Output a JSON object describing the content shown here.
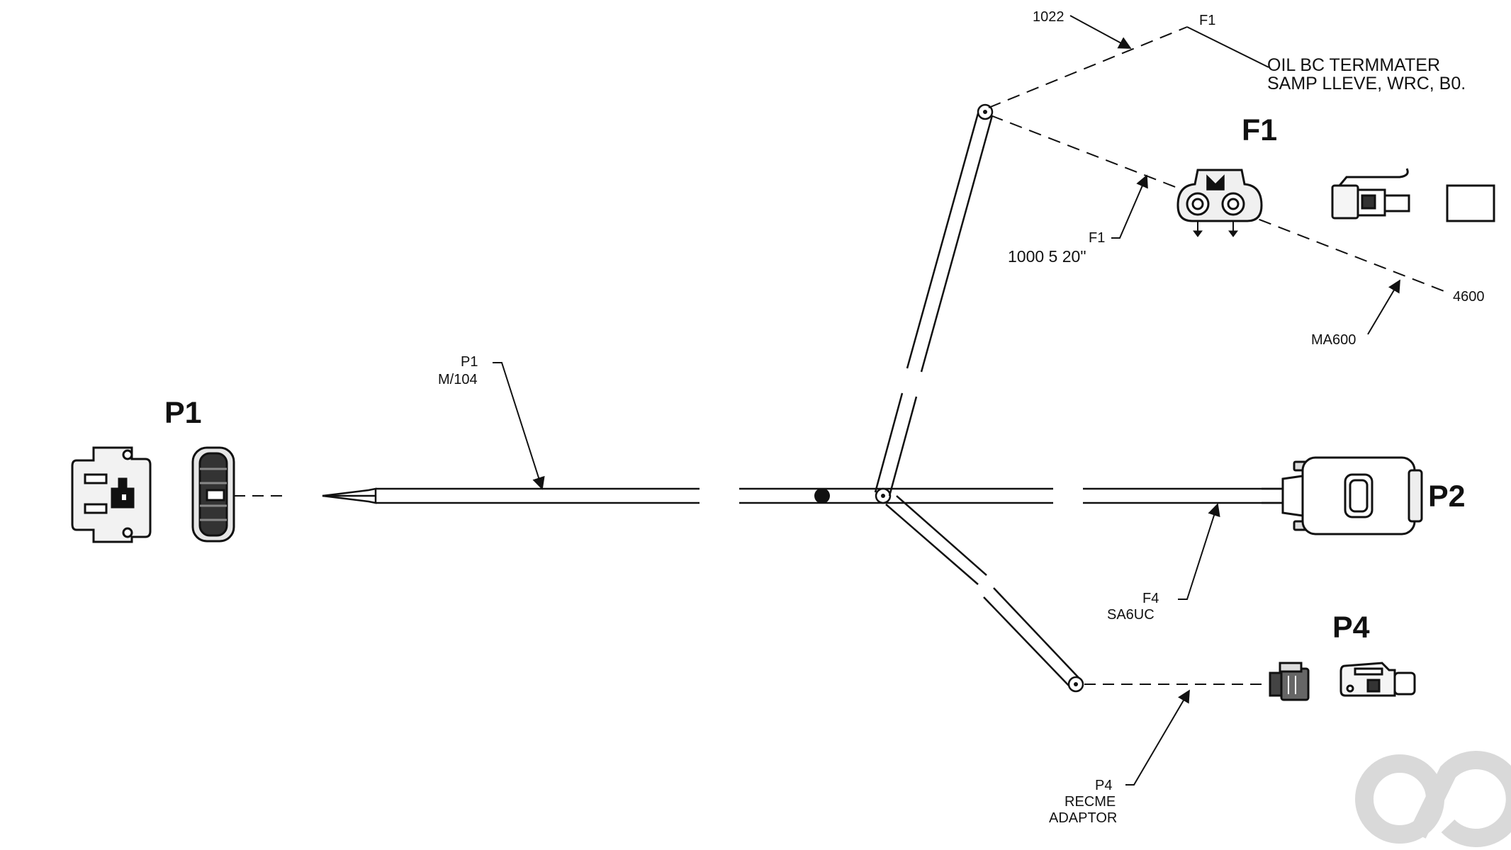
{
  "connectors": {
    "p1": "P1",
    "f1": "F1",
    "p2": "P2",
    "p4": "P4"
  },
  "callouts": {
    "top_left_number": "1022",
    "top_f1": "F1",
    "note_line1": "OIL BC TERMMATER",
    "note_line2": "SAMP LLEVE, WRC, B0.",
    "f1_lower_code": "F1",
    "f1_lower_length": "1000 5 20\"",
    "right_number": "4600",
    "ma_code": "MA600",
    "p1_code": "P1",
    "p1_part": "M/104",
    "f4_code": "F4",
    "f4_part": "SA6UC",
    "p4_code": "P4",
    "p4_line2": "RECME",
    "p4_line3": "ADAPTOR"
  },
  "icons": [
    "connector-housing-icon",
    "grommet-ring-icon",
    "sub-d-connector-icon",
    "two-pin-socket-icon",
    "terminal-clip-icon",
    "small-plug-icon",
    "watermark-logo-icon"
  ],
  "colors": {
    "ink": "#111111",
    "watermark": "#d9d9d9"
  }
}
